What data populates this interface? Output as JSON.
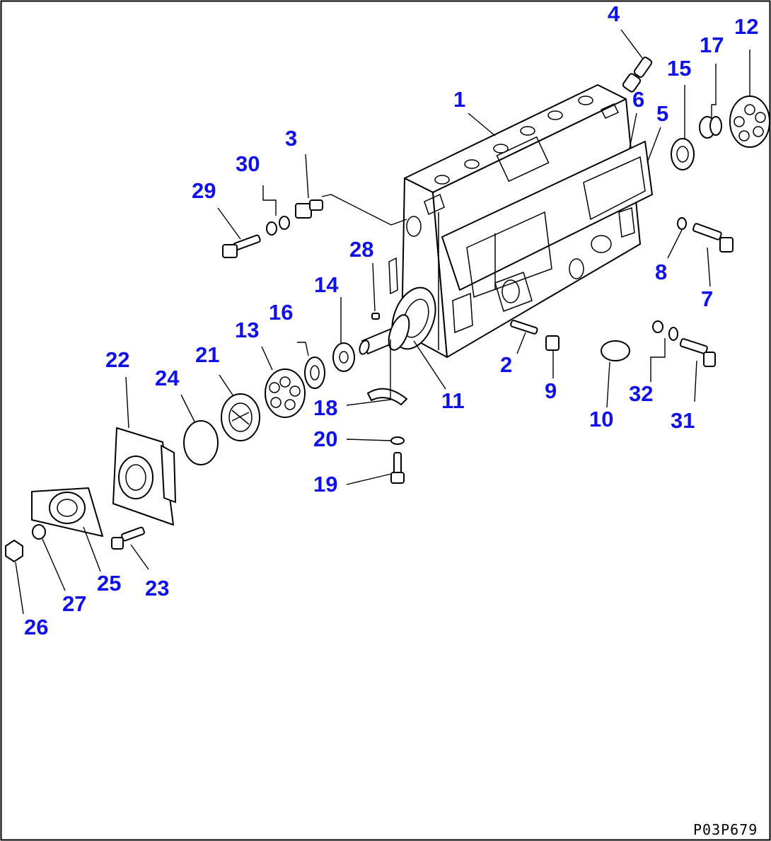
{
  "drawing_code": "P03P679",
  "callouts": [
    "1",
    "2",
    "3",
    "4",
    "5",
    "6",
    "7",
    "8",
    "9",
    "10",
    "11",
    "12",
    "13",
    "14",
    "15",
    "16",
    "17",
    "18",
    "19",
    "20",
    "21",
    "22",
    "23",
    "24",
    "25",
    "26",
    "27",
    "28",
    "29",
    "30",
    "31",
    "32"
  ],
  "colors": {
    "callout": "#1010e8",
    "line": "#000000",
    "background": "#ffffff"
  }
}
